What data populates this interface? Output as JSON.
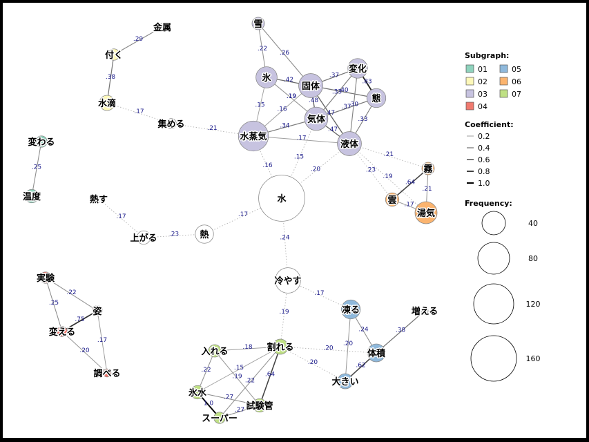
{
  "legend": {
    "subgraph_title": "Subgraph:",
    "subgraphs": [
      {
        "label": "01",
        "color": "#8fd3bd"
      },
      {
        "label": "02",
        "color": "#fdf8b9"
      },
      {
        "label": "03",
        "color": "#c7c3e0"
      },
      {
        "label": "04",
        "color": "#f07a6f"
      },
      {
        "label": "05",
        "color": "#8fb9dc"
      },
      {
        "label": "06",
        "color": "#fbb46f"
      },
      {
        "label": "07",
        "color": "#bfe084"
      }
    ],
    "coef_title": "Coefficient:",
    "coefs": [
      "0.2",
      "0.4",
      "0.6",
      "0.8",
      "1.0"
    ],
    "freq_title": "Frequency:",
    "freqs": [
      "40",
      "80",
      "120",
      "160"
    ]
  },
  "nodes": [
    {
      "id": "yuki",
      "label": "雪",
      "group": "03",
      "freq": 12
    },
    {
      "id": "kori",
      "label": "氷",
      "group": "03",
      "freq": 35
    },
    {
      "id": "kotai",
      "label": "固体",
      "group": "03",
      "freq": 45
    },
    {
      "id": "henka",
      "label": "変化",
      "group": "03",
      "freq": 30
    },
    {
      "id": "tai",
      "label": "態",
      "group": "03",
      "freq": 28
    },
    {
      "id": "kitai",
      "label": "気体",
      "group": "03",
      "freq": 42
    },
    {
      "id": "suijoki",
      "label": "水蒸気",
      "group": "03",
      "freq": 70
    },
    {
      "id": "ekitai",
      "label": "液体",
      "group": "03",
      "freq": 45
    },
    {
      "id": "mizu",
      "label": "水",
      "group": "",
      "freq": 165
    },
    {
      "id": "kinzoku",
      "label": "金属",
      "group": "",
      "freq": 3
    },
    {
      "id": "tsuku",
      "label": "付く",
      "group": "02",
      "freq": 10
    },
    {
      "id": "suiteki",
      "label": "水滴",
      "group": "02",
      "freq": 18
    },
    {
      "id": "atsumeru",
      "label": "集める",
      "group": "",
      "freq": 8
    },
    {
      "id": "kawaru",
      "label": "変わる",
      "group": "01",
      "freq": 10
    },
    {
      "id": "ondo",
      "label": "温度",
      "group": "01",
      "freq": 14
    },
    {
      "id": "nessu",
      "label": "熱す",
      "group": "",
      "freq": 3
    },
    {
      "id": "agaru",
      "label": "上がる",
      "group": "",
      "freq": 14
    },
    {
      "id": "netsu",
      "label": "熱",
      "group": "",
      "freq": 26
    },
    {
      "id": "kiri",
      "label": "霧",
      "group": "06",
      "freq": 12
    },
    {
      "id": "kumo",
      "label": "雲",
      "group": "06",
      "freq": 14
    },
    {
      "id": "yuge",
      "label": "湯気",
      "group": "06",
      "freq": 38
    },
    {
      "id": "hiyasu",
      "label": "冷やす",
      "group": "",
      "freq": 50
    },
    {
      "id": "jikken",
      "label": "実験",
      "group": "04",
      "freq": 10
    },
    {
      "id": "sugata",
      "label": "姿",
      "group": "04",
      "freq": 8
    },
    {
      "id": "kaeru",
      "label": "変える",
      "group": "04",
      "freq": 8
    },
    {
      "id": "shiraberu",
      "label": "調べる",
      "group": "04",
      "freq": 5
    },
    {
      "id": "kooru",
      "label": "凍る",
      "group": "05",
      "freq": 28
    },
    {
      "id": "fueru",
      "label": "増える",
      "group": "",
      "freq": 3
    },
    {
      "id": "taiseki",
      "label": "体積",
      "group": "05",
      "freq": 25
    },
    {
      "id": "ookii",
      "label": "大きい",
      "group": "05",
      "freq": 18
    },
    {
      "id": "wareru",
      "label": "割れる",
      "group": "07",
      "freq": 18
    },
    {
      "id": "ireru",
      "label": "入れる",
      "group": "07",
      "freq": 12
    },
    {
      "id": "korimizu",
      "label": "氷水",
      "group": "07",
      "freq": 14
    },
    {
      "id": "super",
      "label": "スーパー",
      "group": "07",
      "freq": 10
    },
    {
      "id": "shikenkan",
      "label": "試験管",
      "group": "07",
      "freq": 14
    }
  ],
  "edges": [
    {
      "s": "kinzoku",
      "t": "tsuku",
      "label": ".29",
      "w": 0.29,
      "dotted": false
    },
    {
      "s": "tsuku",
      "t": "suiteki",
      "label": ".38",
      "w": 0.38,
      "dotted": false
    },
    {
      "s": "suiteki",
      "t": "atsumeru",
      "label": ".17",
      "w": 0.17,
      "dotted": true
    },
    {
      "s": "atsumeru",
      "t": "suijoki",
      "label": ".21",
      "w": 0.21,
      "dotted": true
    },
    {
      "s": "kawaru",
      "t": "ondo",
      "label": ".25",
      "w": 0.25,
      "dotted": false
    },
    {
      "s": "yuki",
      "t": "kori",
      "label": ".22",
      "w": 0.22,
      "dotted": false
    },
    {
      "s": "yuki",
      "t": "kotai",
      "label": ".26",
      "w": 0.26,
      "dotted": false
    },
    {
      "s": "kori",
      "t": "kotai",
      "label": ".42",
      "w": 0.42,
      "dotted": false
    },
    {
      "s": "kori",
      "t": "kitai",
      "label": ".19",
      "w": 0.19,
      "dotted": false
    },
    {
      "s": "kori",
      "t": "suijoki",
      "label": ".15",
      "w": 0.15,
      "dotted": false
    },
    {
      "s": "kotai",
      "t": "henka",
      "label": ".37",
      "w": 0.37,
      "dotted": false
    },
    {
      "s": "kotai",
      "t": "tai",
      "label": ".40",
      "w": 0.4,
      "dotted": false
    },
    {
      "s": "kotai",
      "t": "kitai",
      "label": ".48",
      "w": 0.48,
      "dotted": false
    },
    {
      "s": "kotai",
      "t": "ekitai",
      "label": ".47",
      "w": 0.47,
      "dotted": false
    },
    {
      "s": "kotai",
      "t": "suijoki",
      "label": ".16",
      "w": 0.16,
      "dotted": false
    },
    {
      "s": "henka",
      "t": "kitai",
      "label": ".33",
      "w": 0.33,
      "dotted": false
    },
    {
      "s": "henka",
      "t": "tai",
      "label": ".83",
      "w": 0.83,
      "dotted": false
    },
    {
      "s": "henka",
      "t": "ekitai",
      "label": ".30",
      "w": 0.3,
      "dotted": false
    },
    {
      "s": "tai",
      "t": "kitai",
      "label": ".37",
      "w": 0.37,
      "dotted": false
    },
    {
      "s": "tai",
      "t": "ekitai",
      "label": ".33",
      "w": 0.33,
      "dotted": false
    },
    {
      "s": "kitai",
      "t": "ekitai",
      "label": ".47",
      "w": 0.47,
      "dotted": false
    },
    {
      "s": "kitai",
      "t": "suijoki",
      "label": ".34",
      "w": 0.34,
      "dotted": false
    },
    {
      "s": "kitai",
      "t": "kori",
      "label": ".19",
      "w": 0.19,
      "dotted": false
    },
    {
      "s": "suijoki",
      "t": "ekitai",
      "label": ".17",
      "w": 0.17,
      "dotted": false
    },
    {
      "s": "suijoki",
      "t": "mizu",
      "label": ".16",
      "w": 0.16,
      "dotted": true
    },
    {
      "s": "kitai",
      "t": "mizu",
      "label": ".15",
      "w": 0.15,
      "dotted": true
    },
    {
      "s": "ekitai",
      "t": "mizu",
      "label": ".20",
      "w": 0.2,
      "dotted": true
    },
    {
      "s": "ekitai",
      "t": "kiri",
      "label": ".21",
      "w": 0.21,
      "dotted": true
    },
    {
      "s": "ekitai",
      "t": "kumo",
      "label": ".23",
      "w": 0.23,
      "dotted": true
    },
    {
      "s": "ekitai",
      "t": "yuge",
      "label": ".19",
      "w": 0.19,
      "dotted": true
    },
    {
      "s": "kiri",
      "t": "kumo",
      "label": ".64",
      "w": 0.64,
      "dotted": false
    },
    {
      "s": "kiri",
      "t": "yuge",
      "label": ".21",
      "w": 0.21,
      "dotted": false
    },
    {
      "s": "kumo",
      "t": "yuge",
      "label": ".17",
      "w": 0.17,
      "dotted": false
    },
    {
      "s": "nessu",
      "t": "agaru",
      "label": ".17",
      "w": 0.17,
      "dotted": true
    },
    {
      "s": "agaru",
      "t": "netsu",
      "label": ".23",
      "w": 0.23,
      "dotted": true
    },
    {
      "s": "netsu",
      "t": "mizu",
      "label": ".17",
      "w": 0.17,
      "dotted": true
    },
    {
      "s": "mizu",
      "t": "hiyasu",
      "label": ".24",
      "w": 0.24,
      "dotted": true
    },
    {
      "s": "hiyasu",
      "t": "kooru",
      "label": ".17",
      "w": 0.17,
      "dotted": true
    },
    {
      "s": "hiyasu",
      "t": "wareru",
      "label": ".19",
      "w": 0.19,
      "dotted": true
    },
    {
      "s": "jikken",
      "t": "sugata",
      "label": ".22",
      "w": 0.22,
      "dotted": false
    },
    {
      "s": "jikken",
      "t": "kaeru",
      "label": ".25",
      "w": 0.25,
      "dotted": false
    },
    {
      "s": "sugata",
      "t": "kaeru",
      "label": ".75",
      "w": 0.75,
      "dotted": false
    },
    {
      "s": "sugata",
      "t": "shiraberu",
      "label": ".17",
      "w": 0.17,
      "dotted": false
    },
    {
      "s": "kaeru",
      "t": "shiraberu",
      "label": ".20",
      "w": 0.2,
      "dotted": false
    },
    {
      "s": "kooru",
      "t": "taiseki",
      "label": ".24",
      "w": 0.24,
      "dotted": false
    },
    {
      "s": "kooru",
      "t": "ookii",
      "label": ".20",
      "w": 0.2,
      "dotted": false
    },
    {
      "s": "fueru",
      "t": "taiseki",
      "label": ".38",
      "w": 0.38,
      "dotted": false
    },
    {
      "s": "taiseki",
      "t": "ookii",
      "label": ".62",
      "w": 0.62,
      "dotted": false
    },
    {
      "s": "wareru",
      "t": "taiseki",
      "label": ".20",
      "w": 0.2,
      "dotted": true
    },
    {
      "s": "wareru",
      "t": "ookii",
      "label": ".20",
      "w": 0.2,
      "dotted": true
    },
    {
      "s": "ireru",
      "t": "wareru",
      "label": ".18",
      "w": 0.18,
      "dotted": false
    },
    {
      "s": "ireru",
      "t": "korimizu",
      "label": ".22",
      "w": 0.22,
      "dotted": false
    },
    {
      "s": "ireru",
      "t": "shikenkan",
      "label": ".19",
      "w": 0.19,
      "dotted": false
    },
    {
      "s": "korimizu",
      "t": "wareru",
      "label": ".15",
      "w": 0.15,
      "dotted": false
    },
    {
      "s": "korimizu",
      "t": "super",
      "label": "1.0",
      "w": 1.0,
      "dotted": false
    },
    {
      "s": "korimizu",
      "t": "shikenkan",
      "label": ".27",
      "w": 0.27,
      "dotted": false
    },
    {
      "s": "super",
      "t": "wareru",
      "label": ".22",
      "w": 0.22,
      "dotted": false
    },
    {
      "s": "super",
      "t": "shikenkan",
      "label": ".27",
      "w": 0.27,
      "dotted": false
    },
    {
      "s": "wareru",
      "t": "shikenkan",
      "label": ".64",
      "w": 0.64,
      "dotted": false
    }
  ]
}
